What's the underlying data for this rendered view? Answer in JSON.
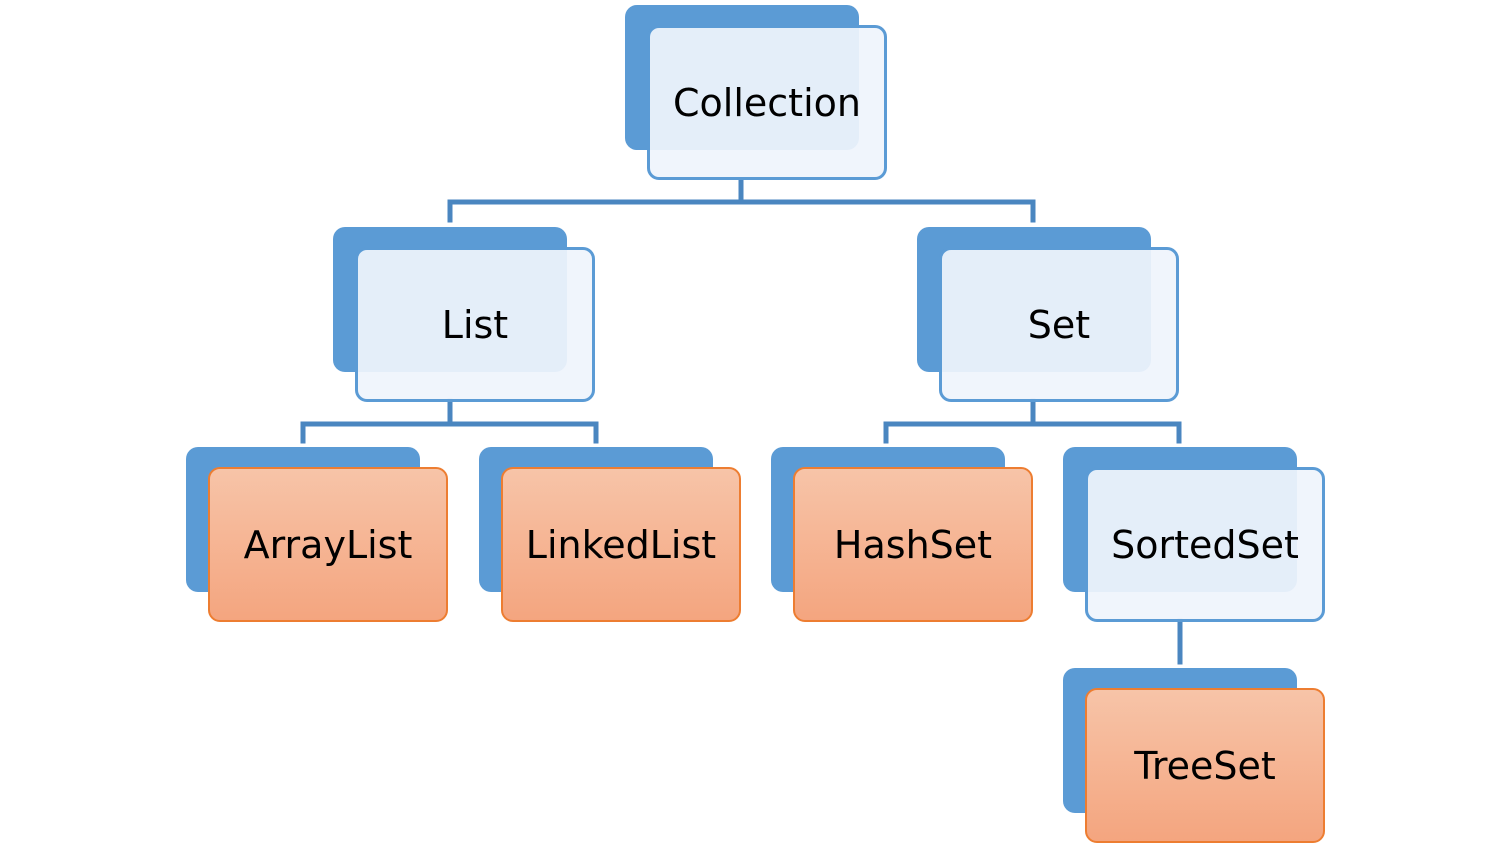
{
  "nodes": {
    "collection": {
      "label": "Collection"
    },
    "list": {
      "label": "List"
    },
    "set": {
      "label": "Set"
    },
    "arraylist": {
      "label": "ArrayList"
    },
    "linkedlist": {
      "label": "LinkedList"
    },
    "hashset": {
      "label": "HashSet"
    },
    "sortedset": {
      "label": "SortedSet"
    },
    "treeset": {
      "label": "TreeSet"
    }
  },
  "colors": {
    "interface_accent": "#5b9bd5",
    "interface_fill": "#eff4fc",
    "impl_fill_top": "#f7c4a8",
    "impl_fill_bottom": "#f4a57f",
    "impl_border": "#ed7d31",
    "connector": "#4a86c0"
  }
}
